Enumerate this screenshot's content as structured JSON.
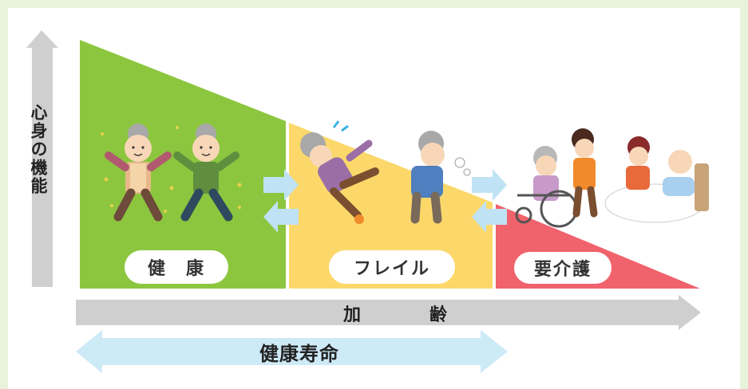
{
  "axes": {
    "vertical_label": "心身の機能",
    "aging_label_1": "加",
    "aging_label_2": "齢"
  },
  "zones": {
    "healthy": "健　康",
    "frailty": "フレイル",
    "care": "要介護"
  },
  "lifespan_label": "健康寿命",
  "colors": {
    "healthy": "#8cc63f",
    "frailty": "#fcd86a",
    "care": "#f0626c",
    "gray_arrow": "#cfcfcf",
    "light_blue_arrow": "#cdeaf7"
  }
}
